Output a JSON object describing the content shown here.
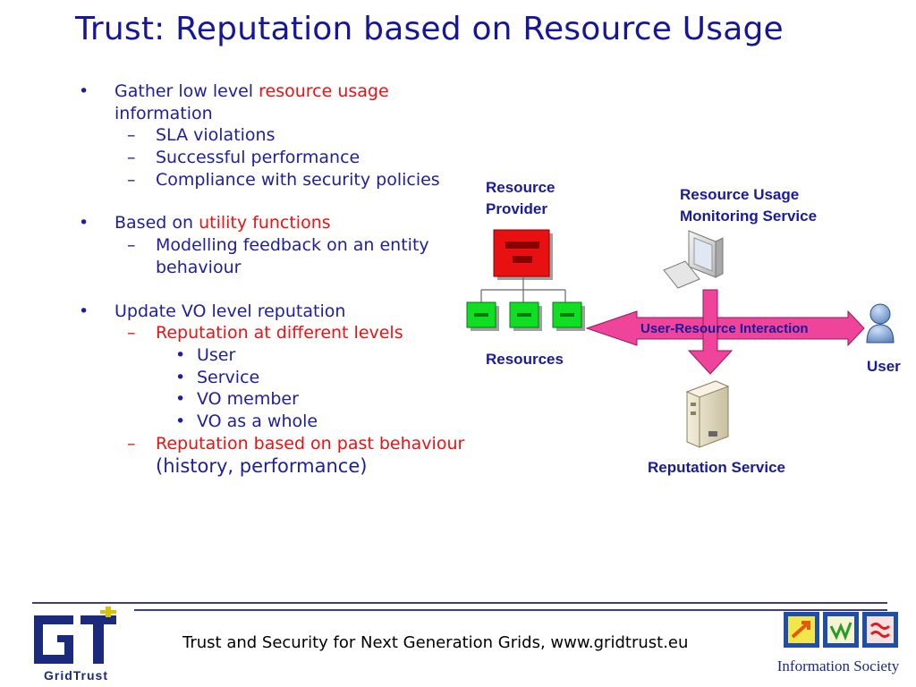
{
  "slide": {
    "title": "Trust: Reputation based on Resource Usage"
  },
  "bullets": {
    "b1_prefix": "Gather low level ",
    "b1_highlight": "resource usage",
    "b1_suffix": "information",
    "b1_sub1": "SLA violations",
    "b1_sub2": "Successful performance",
    "b1_sub3": "Compliance with security policies",
    "b2_prefix": "Based on ",
    "b2_highlight": "utility functions",
    "b2_sub1": "Modelling feedback on an entity behaviour",
    "b3_text": "Update VO level reputation",
    "b3_sub1": "Reputation at different levels",
    "b3_sub1_items": [
      "User",
      "Service",
      "VO member",
      "VO as a whole"
    ],
    "b3_sub2_red": "Reputation based on past behaviour",
    "b3_sub2_black": "(history, performance)",
    "dash": "–",
    "dot": "•"
  },
  "diagram": {
    "resource_provider": "Resource Provider",
    "resources": "Resources",
    "monitoring_service": "Resource Usage Monitoring Service",
    "interaction": "User-Resource Interaction",
    "user": "User",
    "reputation_service": "Reputation Service"
  },
  "footer": {
    "text": "Trust and Security for Next Generation Grids, www.gridtrust.eu",
    "logo_left": "GridTrust",
    "logo_right": "Information Society"
  },
  "colors": {
    "title": "#16169a",
    "highlight": "#ee1111",
    "arrow": "#ee4499",
    "node_red": "#e81010",
    "node_green": "#11dd22"
  }
}
